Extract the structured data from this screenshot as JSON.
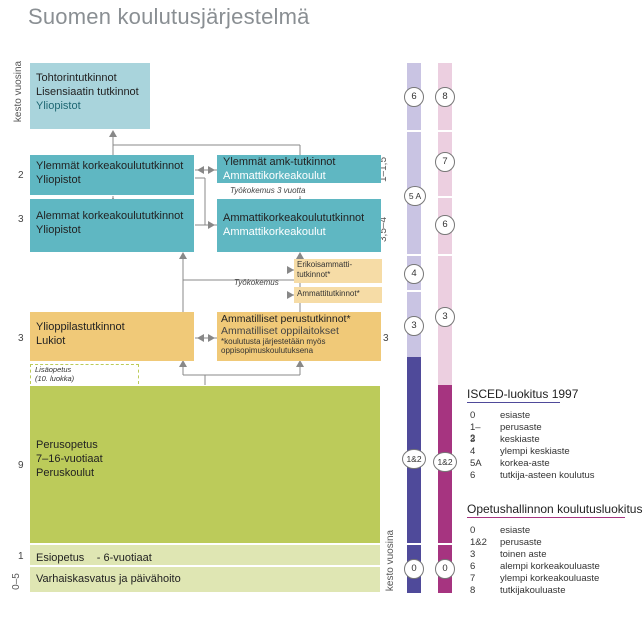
{
  "title": "Suomen koulutusjärjestelmä",
  "side_label": "kesto vuosina",
  "side_label_bottom": "kesto vuosina",
  "durations": {
    "doctor": "",
    "upper": "2",
    "lower": "3",
    "upper_sec": "3",
    "basic": "9",
    "pre": "1",
    "early": "0–5",
    "amk_upper": "1–1,5",
    "amk_lower": "3,5–4",
    "vocational": "3"
  },
  "boxes": {
    "doctor": {
      "line1": "Tohtorintutkinnot",
      "line2": "Lisensiaatin tutkinnot",
      "line3": "Yliopistot"
    },
    "upper_uni": {
      "line1": "Ylemmät korkeakoulututkinnot",
      "line2": "Yliopistot"
    },
    "lower_uni": {
      "line1": "Alemmat korkeakoulututkinnot",
      "line2": "Yliopistot"
    },
    "upper_amk": {
      "line1": "Ylemmät amk-tutkinnot",
      "line2": "Ammattikorkeakoulut"
    },
    "work_exp3": "Työkokemus 3 vuotta",
    "amk": {
      "line1": "Ammattikorkeakoulututkinnot",
      "line2": "Ammattikorkeakoulut"
    },
    "special": {
      "line1": "Erikoisammatti-",
      "line2": "tutkinnot*"
    },
    "work_exp": "Työkokemus",
    "vocational_q": "Ammattitutkinnot*",
    "matric": {
      "line1": "Ylioppilastutkinnot",
      "line2": "Lukiot"
    },
    "vocational": {
      "line1": "Ammatilliset perustutkinnot*",
      "line2": "Ammatilliset oppilaitokset",
      "note1": "*koulutusta järjestetään myös",
      "note2": "oppisopimuskoulutuksena"
    },
    "extra": {
      "line1": "Lisäopetus",
      "line2": "(10. luokka)"
    },
    "basic": {
      "line1": "Perusopetus",
      "line2": "7–16-vuotiaat",
      "line3": "Peruskoulut"
    },
    "pre": {
      "line1": "Esiopetus",
      "line2": "- 6-vuotiaat"
    },
    "early": {
      "line1": "Varhaiskasvatus ja päivähoito"
    }
  },
  "isced_circles": [
    "6",
    "5 A",
    "4",
    "3",
    "1&2",
    "0"
  ],
  "oph_circles": [
    "8",
    "7",
    "6",
    "3",
    "1&2",
    "0"
  ],
  "legend_isced": {
    "title": "ISCED-luokitus 1997",
    "rows": [
      {
        "code": "0",
        "text": "esiaste"
      },
      {
        "code": "1–2",
        "text": "perusaste"
      },
      {
        "code": "3",
        "text": "keskiaste"
      },
      {
        "code": "4",
        "text": "ylempi keskiaste"
      },
      {
        "code": "5A",
        "text": "korkea-aste"
      },
      {
        "code": "6",
        "text": "tutkija-asteen koulutus"
      }
    ]
  },
  "legend_oph": {
    "title": "Opetushallinnon koulutusluokitus",
    "rows": [
      {
        "code": "0",
        "text": "esiaste"
      },
      {
        "code": "1&2",
        "text": "perusaste"
      },
      {
        "code": "3",
        "text": "toinen aste"
      },
      {
        "code": "6",
        "text": "alempi korkeakouluaste"
      },
      {
        "code": "7",
        "text": "ylempi korkeakouluaste"
      },
      {
        "code": "8",
        "text": "tutkijakouluaste"
      }
    ]
  },
  "colors": {
    "doctor": "#a9d4dc",
    "uni": "#5fb7c2",
    "upper_amk": "#5fb7c2",
    "vocational": "#f0c978",
    "light_orange": "#f6dca6",
    "basic": "#bccb5a",
    "light_green": "#dfe6b3",
    "isced_bar_light": "#c9c4e3",
    "isced_bar_dark": "#4f4a9a",
    "oph_bar_light": "#eccfe0",
    "oph_bar_dark": "#a63480",
    "isced_rule": "#4f4a9a",
    "oph_rule": "#a63480"
  }
}
